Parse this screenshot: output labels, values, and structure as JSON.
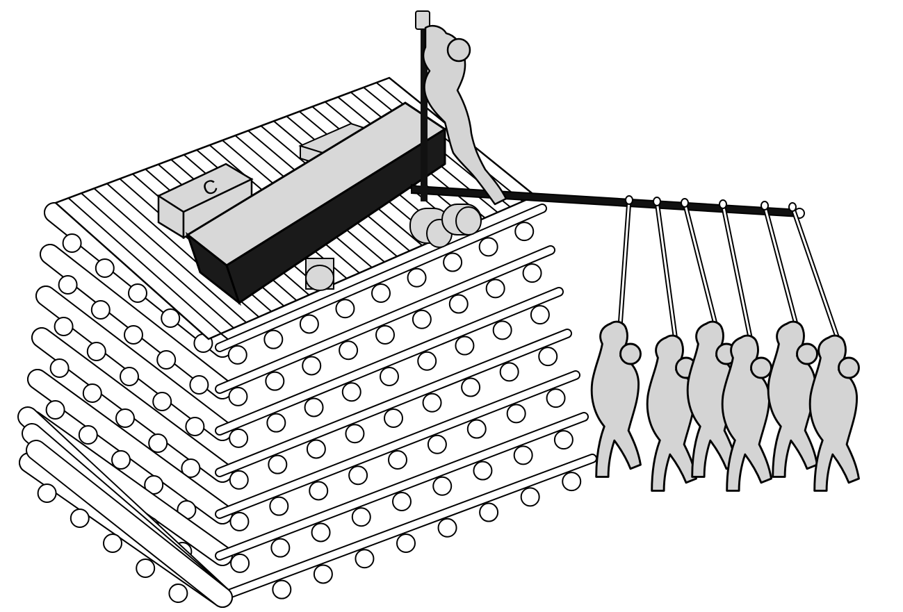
{
  "illustration": {
    "caption": "",
    "stone_glyph": "C",
    "colors": {
      "background": "#ffffff",
      "outline": "#000000",
      "figure_fill": "#d4d4d4",
      "block_top": "#d8d8d8",
      "block_side": "#1a1a1a",
      "log_fill": "#ffffff"
    },
    "crib_layers": 6,
    "haulers_count": 6,
    "worker_on_top_count": 1
  }
}
